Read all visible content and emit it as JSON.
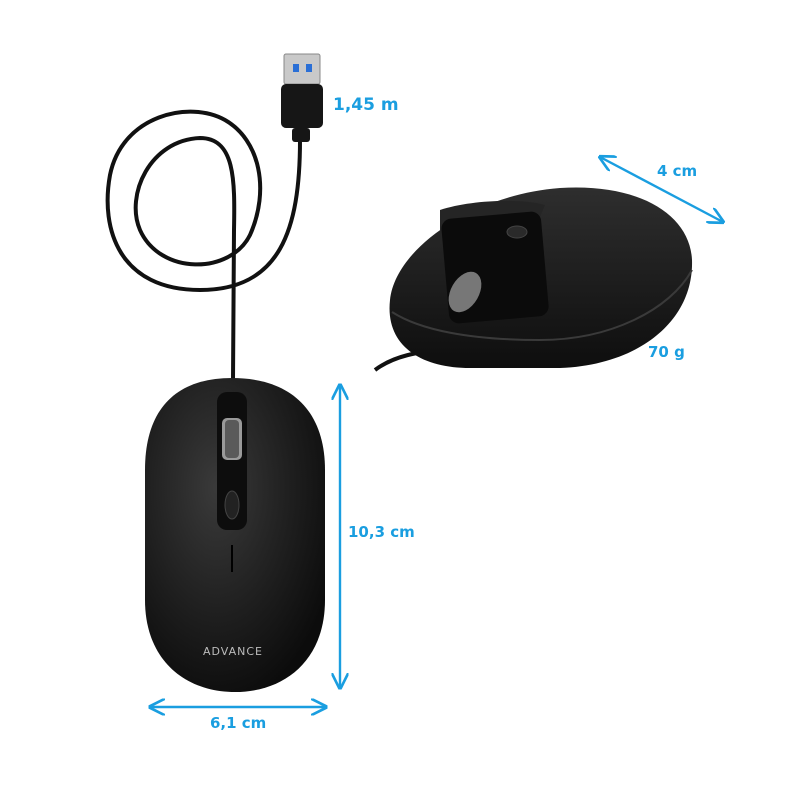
{
  "dimensions": {
    "cable_length": "1,45 m",
    "height": "4 cm",
    "weight": "70 g",
    "length": "10,3 cm",
    "width": "6,1 cm"
  },
  "product": {
    "brand_logo": "ADVANCE"
  },
  "colors": {
    "accent": "#1a9ee0",
    "mouse_body": "#1c1c1c"
  }
}
